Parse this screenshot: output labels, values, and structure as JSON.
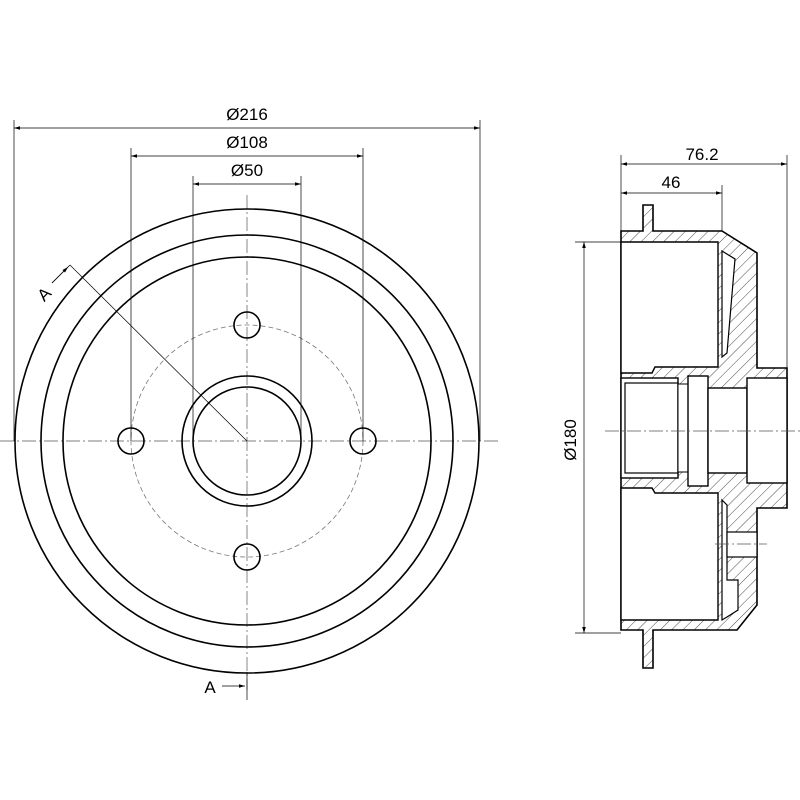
{
  "drawing": {
    "front_view": {
      "outer_diameter_label": "Ø216",
      "bolt_circle_label": "Ø108",
      "center_bore_label": "Ø50",
      "section_marker_top": "A",
      "section_marker_bottom": "A",
      "bolt_hole_count": 4
    },
    "section_view": {
      "overall_height_label": "76.2",
      "drum_depth_label": "46",
      "inner_diameter_label": "Ø180"
    },
    "colors": {
      "line": "#000000",
      "background": "#ffffff"
    }
  }
}
